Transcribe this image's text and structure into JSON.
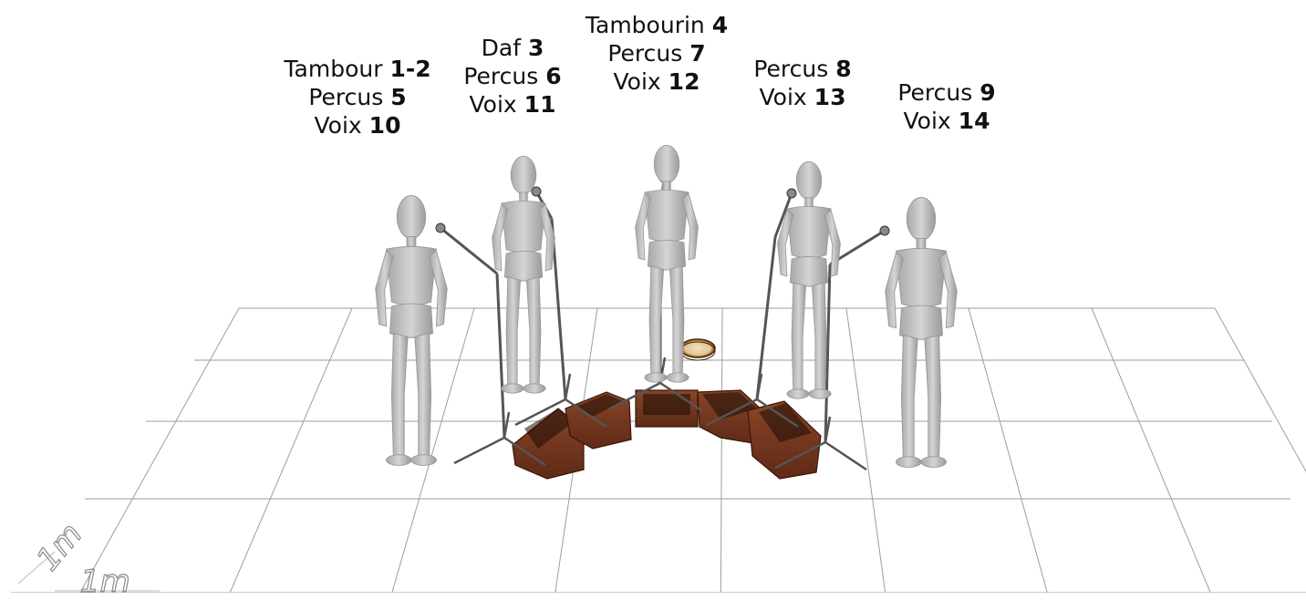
{
  "stage": {
    "positions": [
      {
        "instrument": "Tambour",
        "instrument_ch": "1-2",
        "percus": "Percus",
        "percus_ch": "5",
        "voice": "Voix",
        "voice_ch": "10"
      },
      {
        "instrument": "Daf",
        "instrument_ch": "3",
        "percus": "Percus",
        "percus_ch": "6",
        "voice": "Voix",
        "voice_ch": "11"
      },
      {
        "instrument": "Tambourin",
        "instrument_ch": "4",
        "percus": "Percus",
        "percus_ch": "7",
        "voice": "Voix",
        "voice_ch": "12"
      },
      {
        "instrument": "",
        "instrument_ch": "",
        "percus": "Percus",
        "percus_ch": "8",
        "voice": "Voix",
        "voice_ch": "13"
      },
      {
        "instrument": "",
        "instrument_ch": "",
        "percus": "Percus",
        "percus_ch": "9",
        "voice": "Voix",
        "voice_ch": "14"
      }
    ],
    "scale": {
      "depth_label": "1m",
      "width_label": "1m"
    },
    "colors": {
      "figure": "#bdbdbd",
      "figure_shade": "#9a9a9a",
      "monitor": "#7a3a22",
      "grid": "#9e9e9e",
      "stand": "#555555"
    }
  }
}
